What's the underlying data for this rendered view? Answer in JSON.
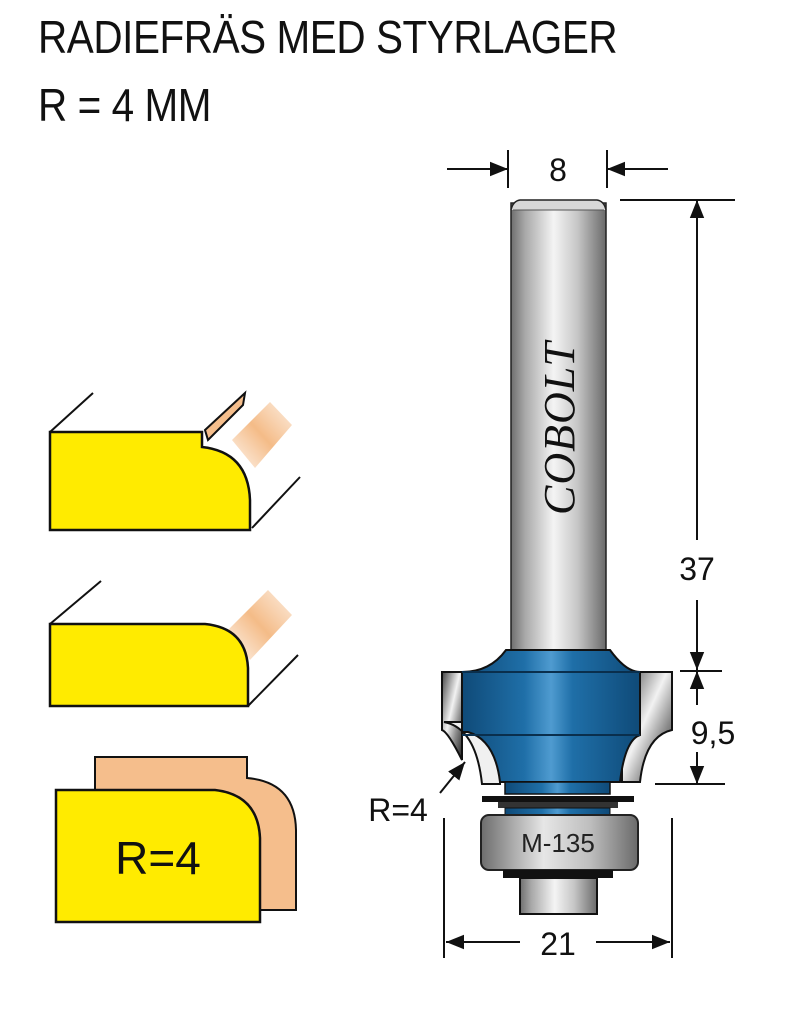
{
  "title": {
    "line1": "RADIEFRÄS MED STYRLAGER",
    "line2": "R = 4 MM"
  },
  "cutter": {
    "brand": "COBOLT",
    "bearing_code": "M-135",
    "dimensions": {
      "shank_diameter": "8",
      "shank_length": "37",
      "cutting_height": "9,5",
      "radius_label": "R=4",
      "overall_diameter": "21"
    }
  },
  "profiles": {
    "result_label": "R=4"
  },
  "colors": {
    "wood_yellow": "#FFEB00",
    "wood_tan": "#F5BE8C",
    "cutter_blue": "#1F6FA8",
    "shank_grey": "#C8C8C8"
  }
}
